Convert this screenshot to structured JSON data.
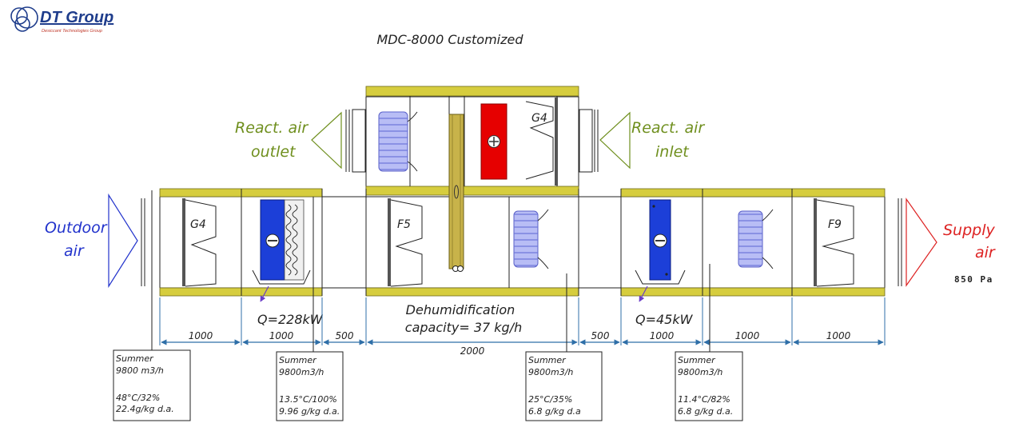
{
  "logo": {
    "name": "DT Group",
    "tagline": "Desiccant Technologies Group"
  },
  "title": "MDC-8000 Customized",
  "airflows": {
    "react_outlet": [
      "React. air",
      "outlet"
    ],
    "react_inlet": [
      "React. air",
      "inlet"
    ],
    "outdoor": [
      "Outdoor",
      "air"
    ],
    "supply": [
      "Supply",
      "air"
    ],
    "pressure": "850 Pa"
  },
  "filters": {
    "g4_left": "G4",
    "g4_top": "G4",
    "f5": "F5",
    "f9": "F9"
  },
  "colors": {
    "rail": "#d6cd3e",
    "cooling_coil": "#1c3fd8",
    "heater": "#e60000",
    "fan": "#b8bdf5",
    "rotor": "#c8b34a",
    "react_text": "#6f8f1e",
    "outdoor_text": "#2233cc",
    "supply_text": "#dd2222",
    "dim_line": "#2f6fa8"
  },
  "cooling": {
    "left": "Q=228kW",
    "right": "Q=45kW"
  },
  "dehumid": [
    "Dehumidification",
    "capacity= 37 kg/h"
  ],
  "dimensions": [
    "1000",
    "1000",
    "500",
    "2000",
    "500",
    "1000",
    "1000",
    "1000"
  ],
  "states": [
    {
      "season": "Summer",
      "flow": "9800 m3/h",
      "temp": "48°C/32%",
      "moist": "22.4g/kg d.a."
    },
    {
      "season": "Summer",
      "flow": "9800m3/h",
      "temp": "13.5°C/100%",
      "moist": "9.96  g/kg d.a."
    },
    {
      "season": "Summer",
      "flow": "9800m3/h",
      "temp": "25°C/35%",
      "moist": "6.8  g/kg d.a"
    },
    {
      "season": "Summer",
      "flow": "9800m3/h",
      "temp": "11.4°C/82%",
      "moist": "6.8  g/kg d.a."
    }
  ]
}
